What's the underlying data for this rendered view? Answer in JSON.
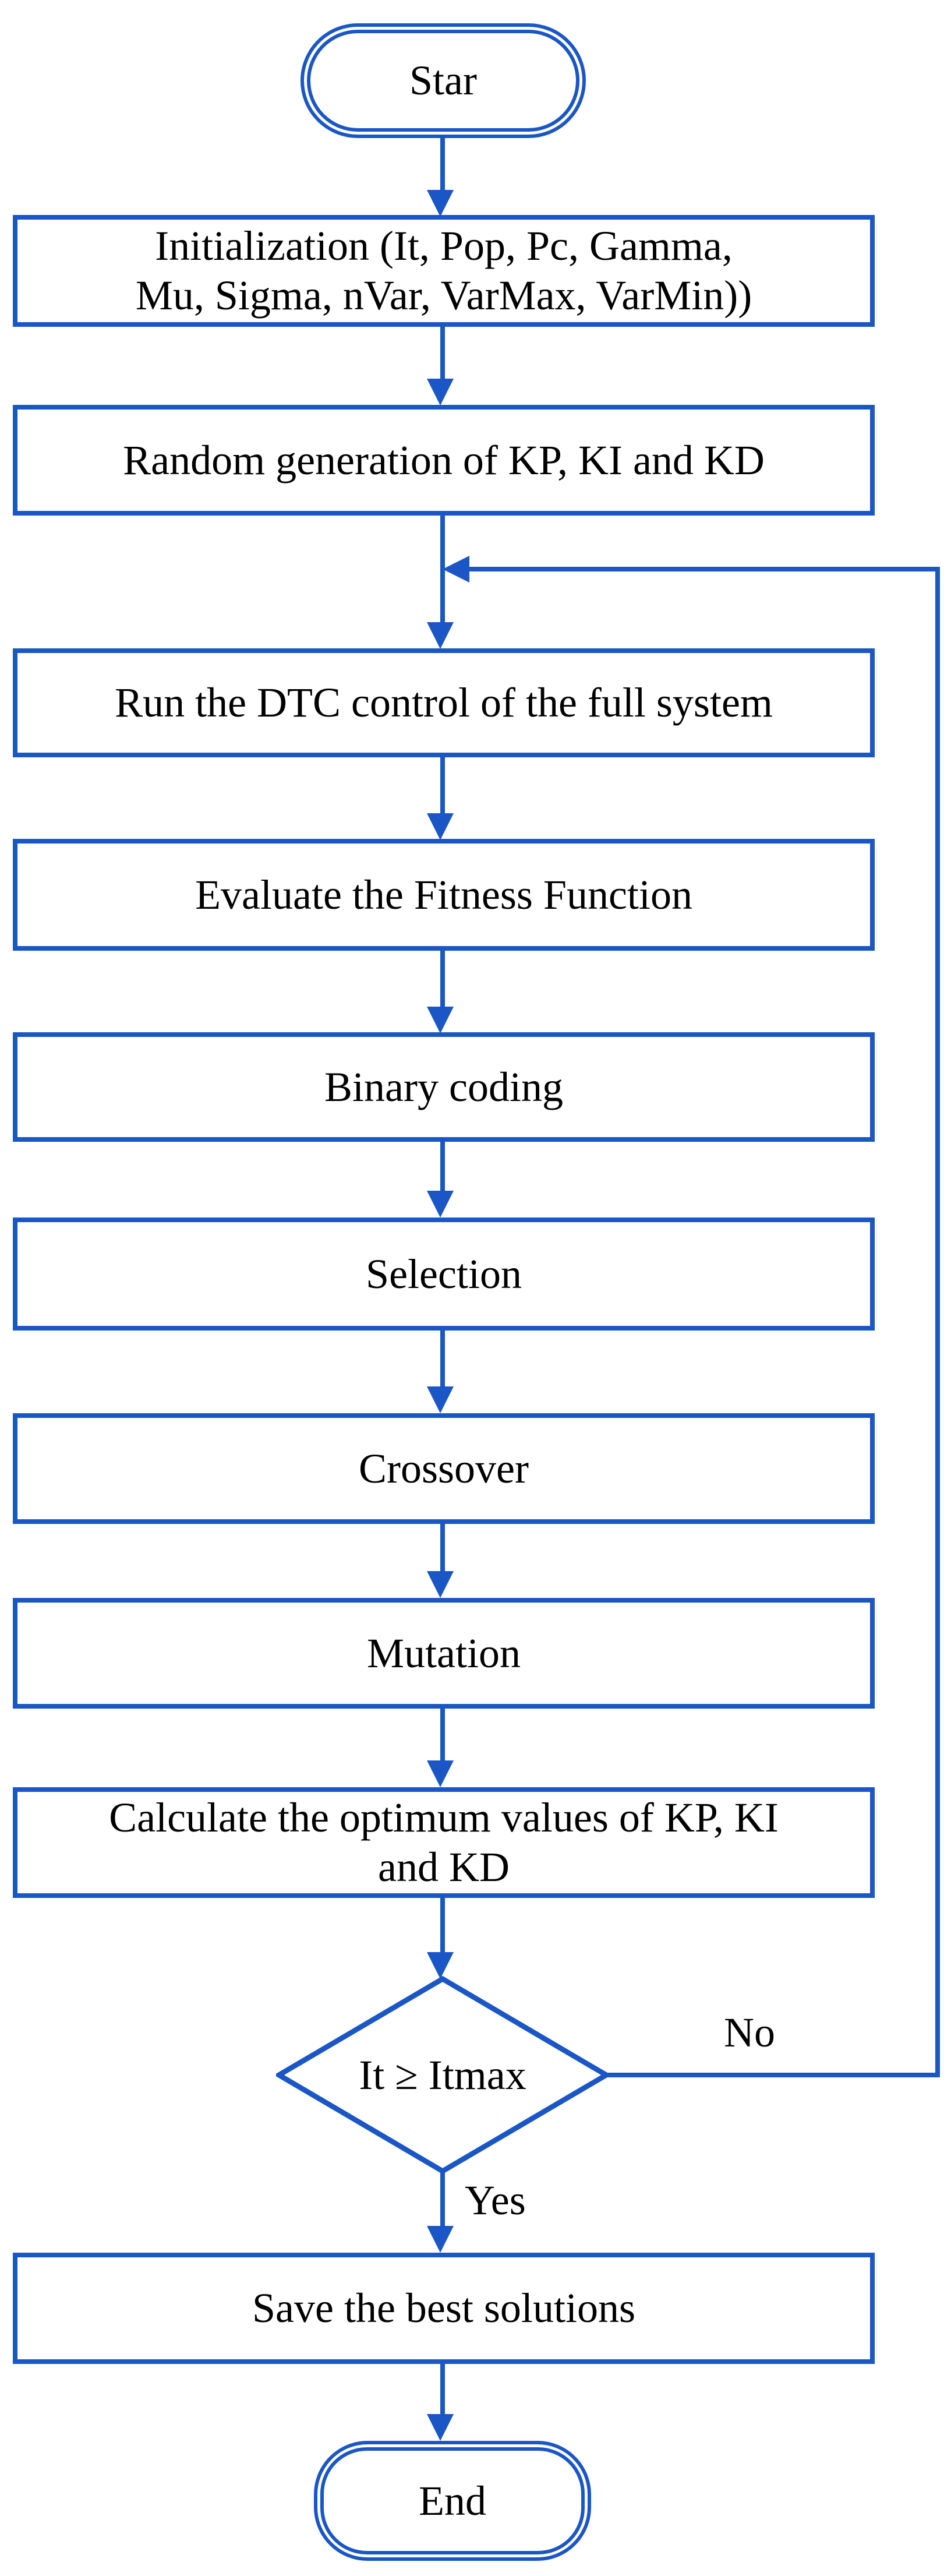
{
  "flowchart": {
    "nodes": {
      "start": {
        "type": "terminal",
        "label": "Star"
      },
      "init": {
        "type": "process",
        "label": "Initialization (It, Pop, Pc, Gamma,\nMu, Sigma, nVar, VarMax, VarMin))"
      },
      "random_gen": {
        "type": "process",
        "label": "Random generation of KP, KI and KD"
      },
      "run_dtc": {
        "type": "process",
        "label": "Run the DTC control of the full system"
      },
      "evaluate": {
        "type": "process",
        "label": "Evaluate the Fitness Function"
      },
      "binary": {
        "type": "process",
        "label": "Binary coding"
      },
      "selection": {
        "type": "process",
        "label": "Selection"
      },
      "crossover": {
        "type": "process",
        "label": "Crossover"
      },
      "mutation": {
        "type": "process",
        "label": "Mutation"
      },
      "calculate": {
        "type": "process",
        "label": "Calculate the optimum values of  KP, KI\nand KD"
      },
      "decision": {
        "type": "decision",
        "label": "It ≥ Itmax"
      },
      "save": {
        "type": "process",
        "label": "Save the best solutions"
      },
      "end": {
        "type": "terminal",
        "label": "End"
      }
    },
    "edge_labels": {
      "no": "No",
      "yes": "Yes"
    },
    "colors": {
      "line": "#1a56c6",
      "text": "#000000",
      "background": "#ffffff"
    }
  }
}
